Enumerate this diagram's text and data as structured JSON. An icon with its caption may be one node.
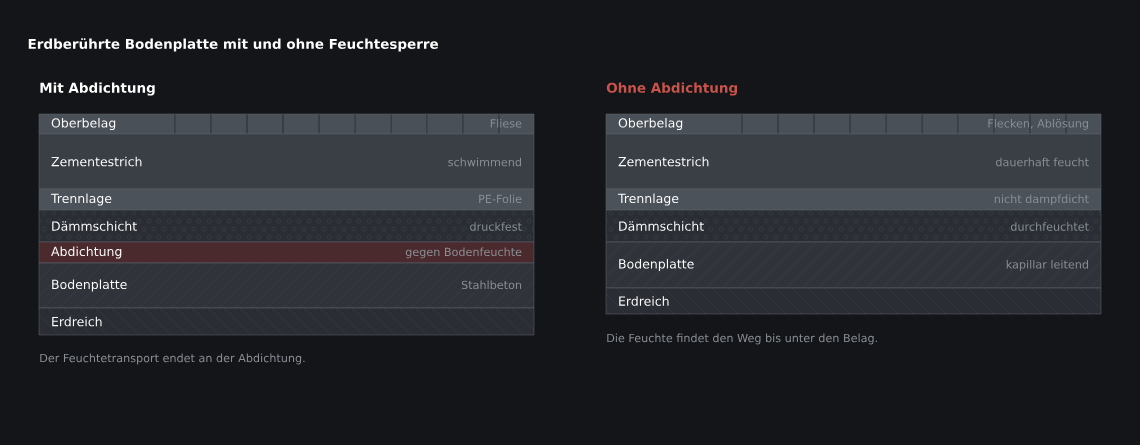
{
  "diagram": {
    "title": "Erdberührte Bodenplatte mit und ohne Feuchtesperre",
    "nodes": [
      {
        "text": [
          "Oberbelag",
          "Fliese"
        ]
      },
      {
        "text": [
          "Zementestrich",
          "schwimmend"
        ]
      },
      {
        "text": [
          "Trennlage",
          "PE-Folie"
        ]
      },
      {
        "text": [
          "Dämmschicht",
          "druckfest"
        ]
      },
      {
        "text": [
          "Abdichtung",
          "gegen Bodenfeuchte"
        ]
      },
      {
        "text": [
          "Bodenplatte",
          "Stahlbeton"
        ]
      },
      {
        "text": [
          "Erdreich"
        ]
      },
      {
        "text": [
          "Oberbelag",
          "Flecken, Ablösung"
        ]
      },
      {
        "text": [
          "Zementestrich",
          "dauerhaft feucht"
        ]
      },
      {
        "text": [
          "Trennlage",
          "nicht dampfdicht"
        ]
      },
      {
        "text": [
          "Dämmschicht",
          "durchfeuchtet"
        ]
      },
      {
        "text": [
          "Bodenplatte",
          "kapillar leitend"
        ]
      },
      {
        "text": [
          "Erdreich"
        ]
      }
    ],
    "labels": [
      "Mit Abdichtung",
      "Ohne Abdichtung",
      "Der Feuchtetransport endet an der Abdichtung.",
      "Die Feuchte findet den Weg bis unter den Belag."
    ]
  }
}
